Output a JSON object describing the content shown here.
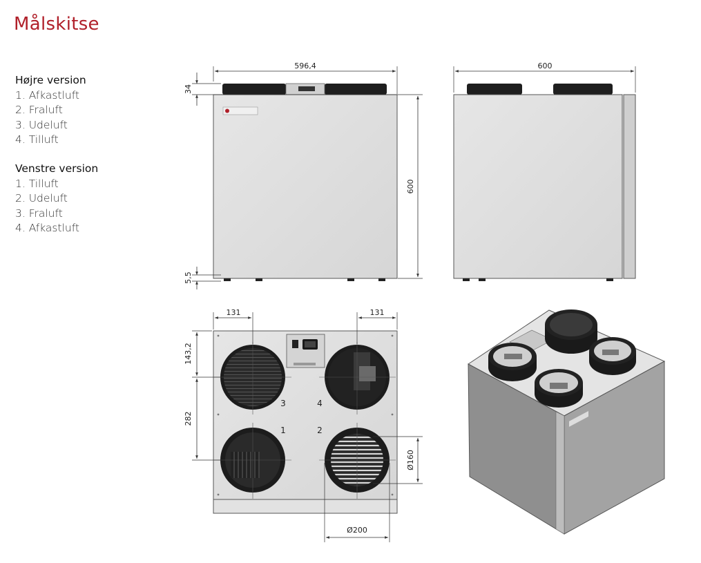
{
  "title": "Målskitse",
  "right_version": {
    "heading": "Højre version",
    "items": [
      "1. Afkastluft",
      "2. Fraluft",
      "3. Udeluft",
      "4. Tilluft"
    ]
  },
  "left_version": {
    "heading": "Venstre version",
    "items": [
      "1. Tilluft",
      "2. Udeluft",
      "3. Fraluft",
      "4. Afkastluft"
    ]
  },
  "dimensions": {
    "front_width": "596,4",
    "front_top_height": "34",
    "front_height": "600",
    "front_feet": "5,5",
    "side_width": "600",
    "top_left_offset": "131",
    "top_right_offset": "131",
    "top_front_offset": "143,2",
    "top_spacing": "282",
    "duct_diameter_inner": "Ø160",
    "duct_diameter_outer": "Ø200"
  },
  "port_numbers": [
    "3",
    "4",
    "1",
    "2"
  ],
  "colors": {
    "title": "#b0202a",
    "panel": "#dedede",
    "panel_dark": "#9a9a9a",
    "duct": "#1e1e1e"
  }
}
